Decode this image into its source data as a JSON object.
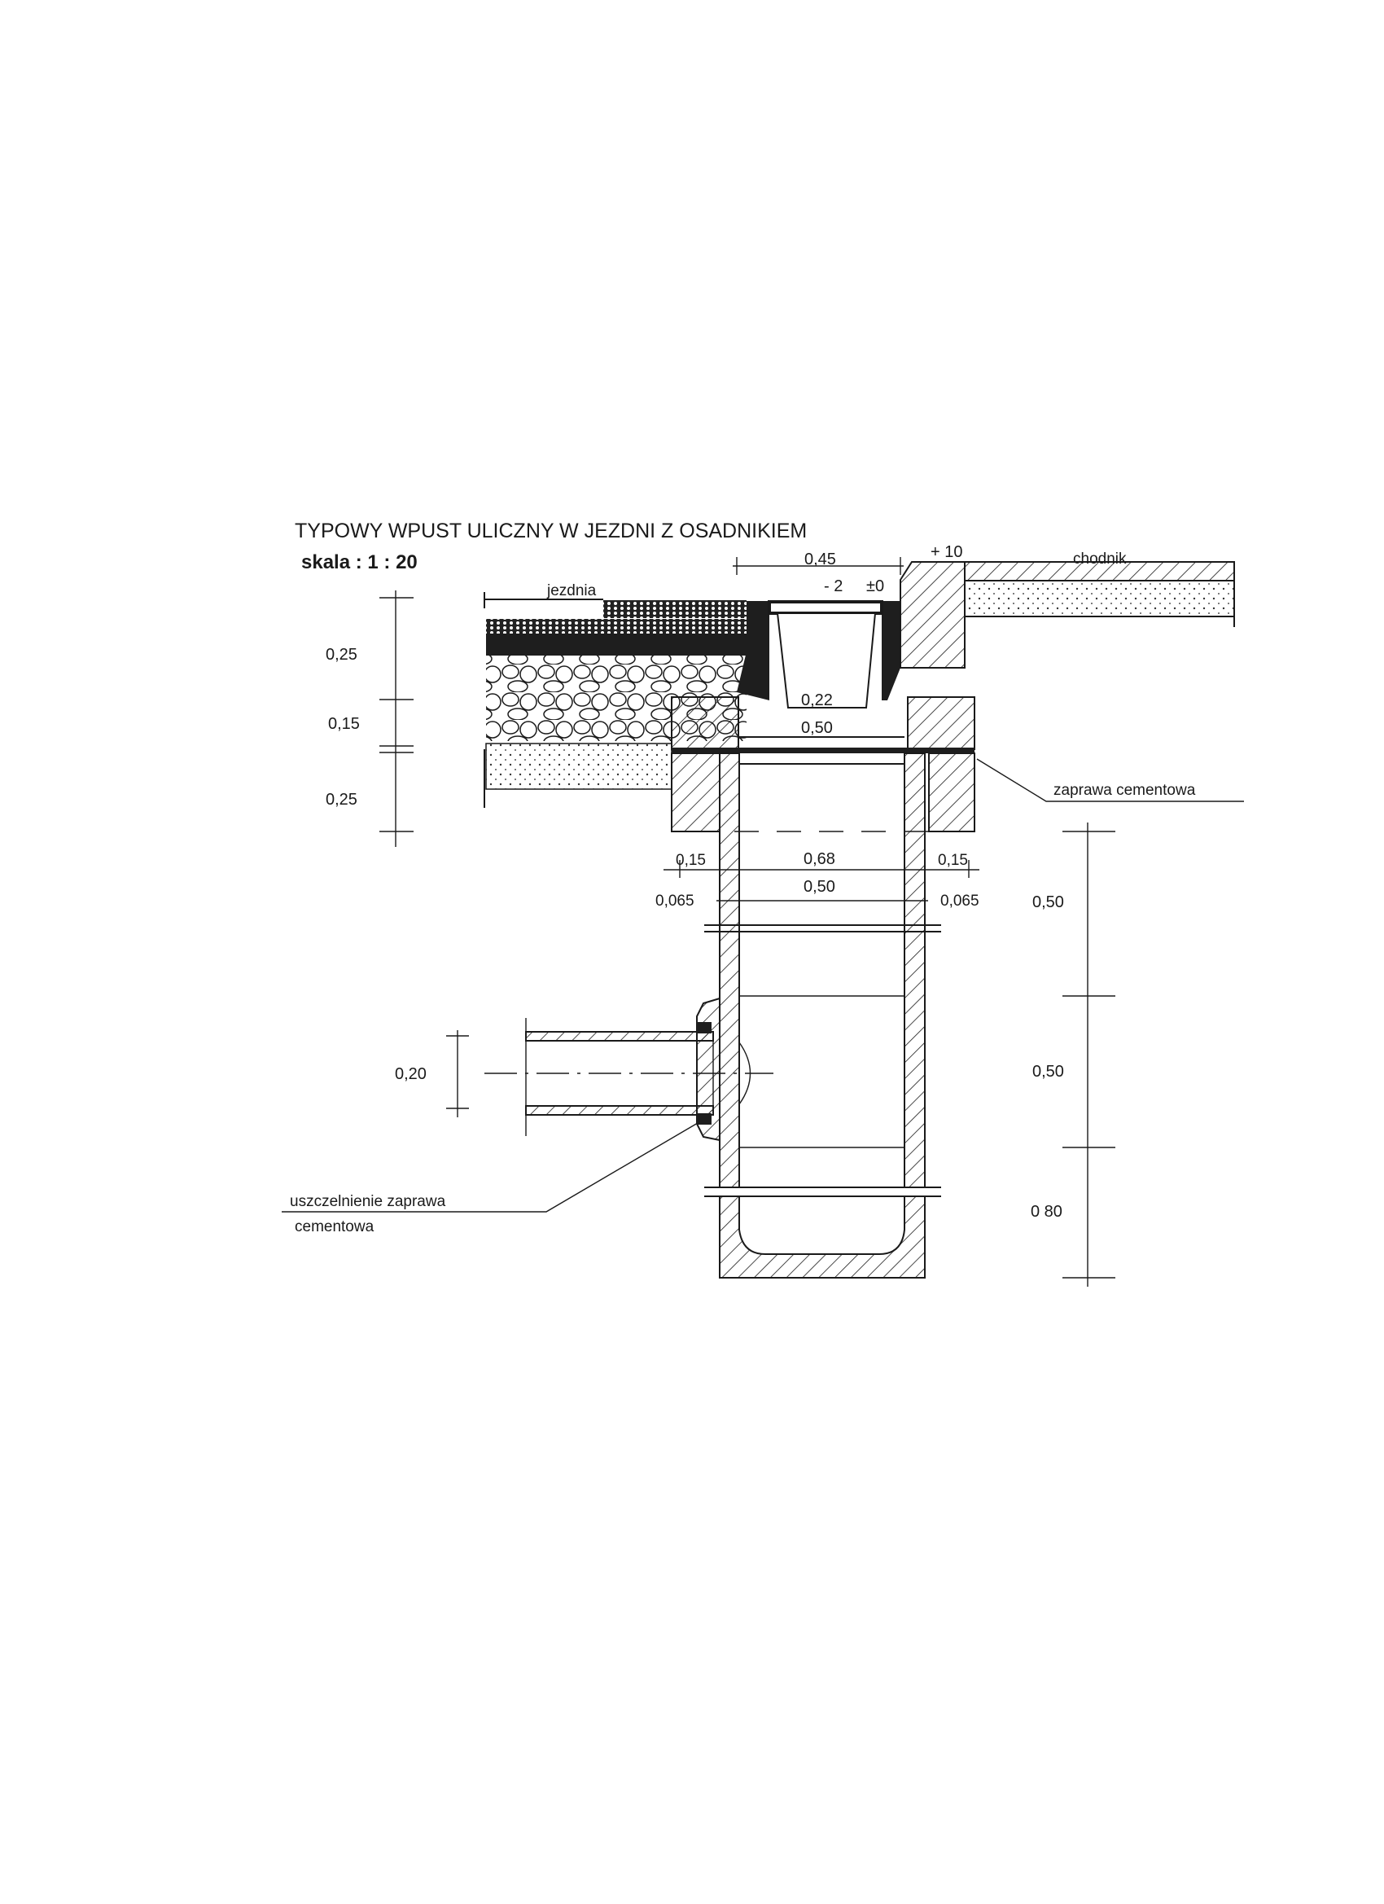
{
  "title": "TYPOWY WPUST ULICZNY W JEZDNI Z OSADNIKIEM",
  "scale": "skala : 1 : 20",
  "labels": {
    "roadway": "jezdnia",
    "sidewalk": "chodnik",
    "mortar": "zaprawa  cementowa",
    "seal_line1": "uszczelnienie zaprawa",
    "seal_line2": "cementowa"
  },
  "elevations": {
    "plus10": "+ 10",
    "minus2": "- 2",
    "zero": "±0"
  },
  "dimensions": {
    "top_width": "0,45",
    "layer1": "0,25",
    "layer2": "0,15",
    "layer3": "0,25",
    "basket_bottom": "0,22",
    "opening": "0,50",
    "wall_left": "0,15",
    "outer": "0,68",
    "wall_right": "0,15",
    "ring_left": "0,065",
    "inner": "0,50",
    "ring_right": "0,065",
    "ring1_height": "0,50",
    "ring2_height": "0,50",
    "sump_height": "0 80",
    "pipe_diameter": "0,20"
  }
}
